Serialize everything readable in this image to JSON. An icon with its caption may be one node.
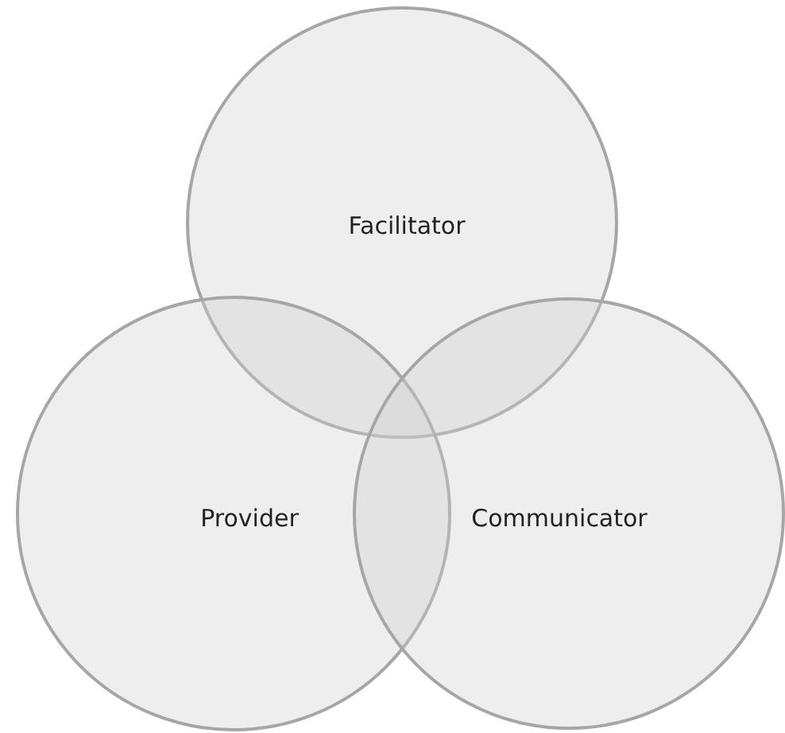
{
  "diagram": {
    "nodes": [
      {
        "text": [
          "Facilitator"
        ]
      },
      {
        "text": [
          "Provider"
        ]
      },
      {
        "text": [
          "Communicator"
        ]
      }
    ]
  }
}
